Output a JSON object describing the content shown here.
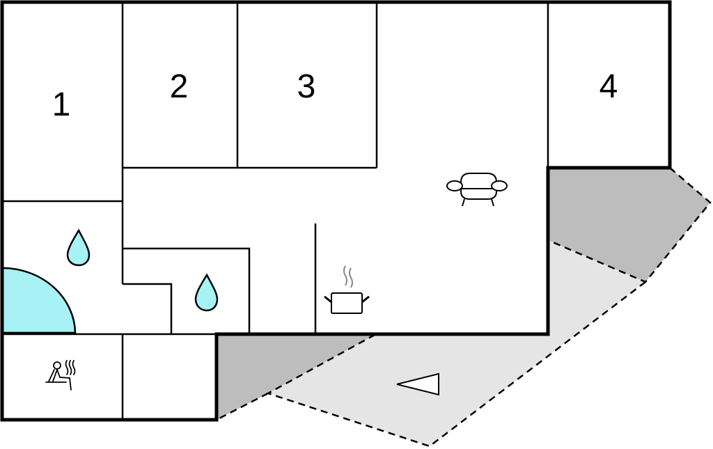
{
  "floorplan": {
    "rooms": [
      {
        "label": "1"
      },
      {
        "label": "2"
      },
      {
        "label": "3"
      },
      {
        "label": "4"
      }
    ],
    "icons": [
      "water-drop-icon",
      "water-drop-icon",
      "pool-icon",
      "sauna-icon",
      "cooking-pot-icon",
      "sofa-icon",
      "entrance-triangle-icon"
    ],
    "colors": {
      "terrace_covered": "#bdbdbd",
      "terrace_open": "#e5e5e5",
      "water": "#a6f2f5",
      "wall": "#000000"
    }
  }
}
